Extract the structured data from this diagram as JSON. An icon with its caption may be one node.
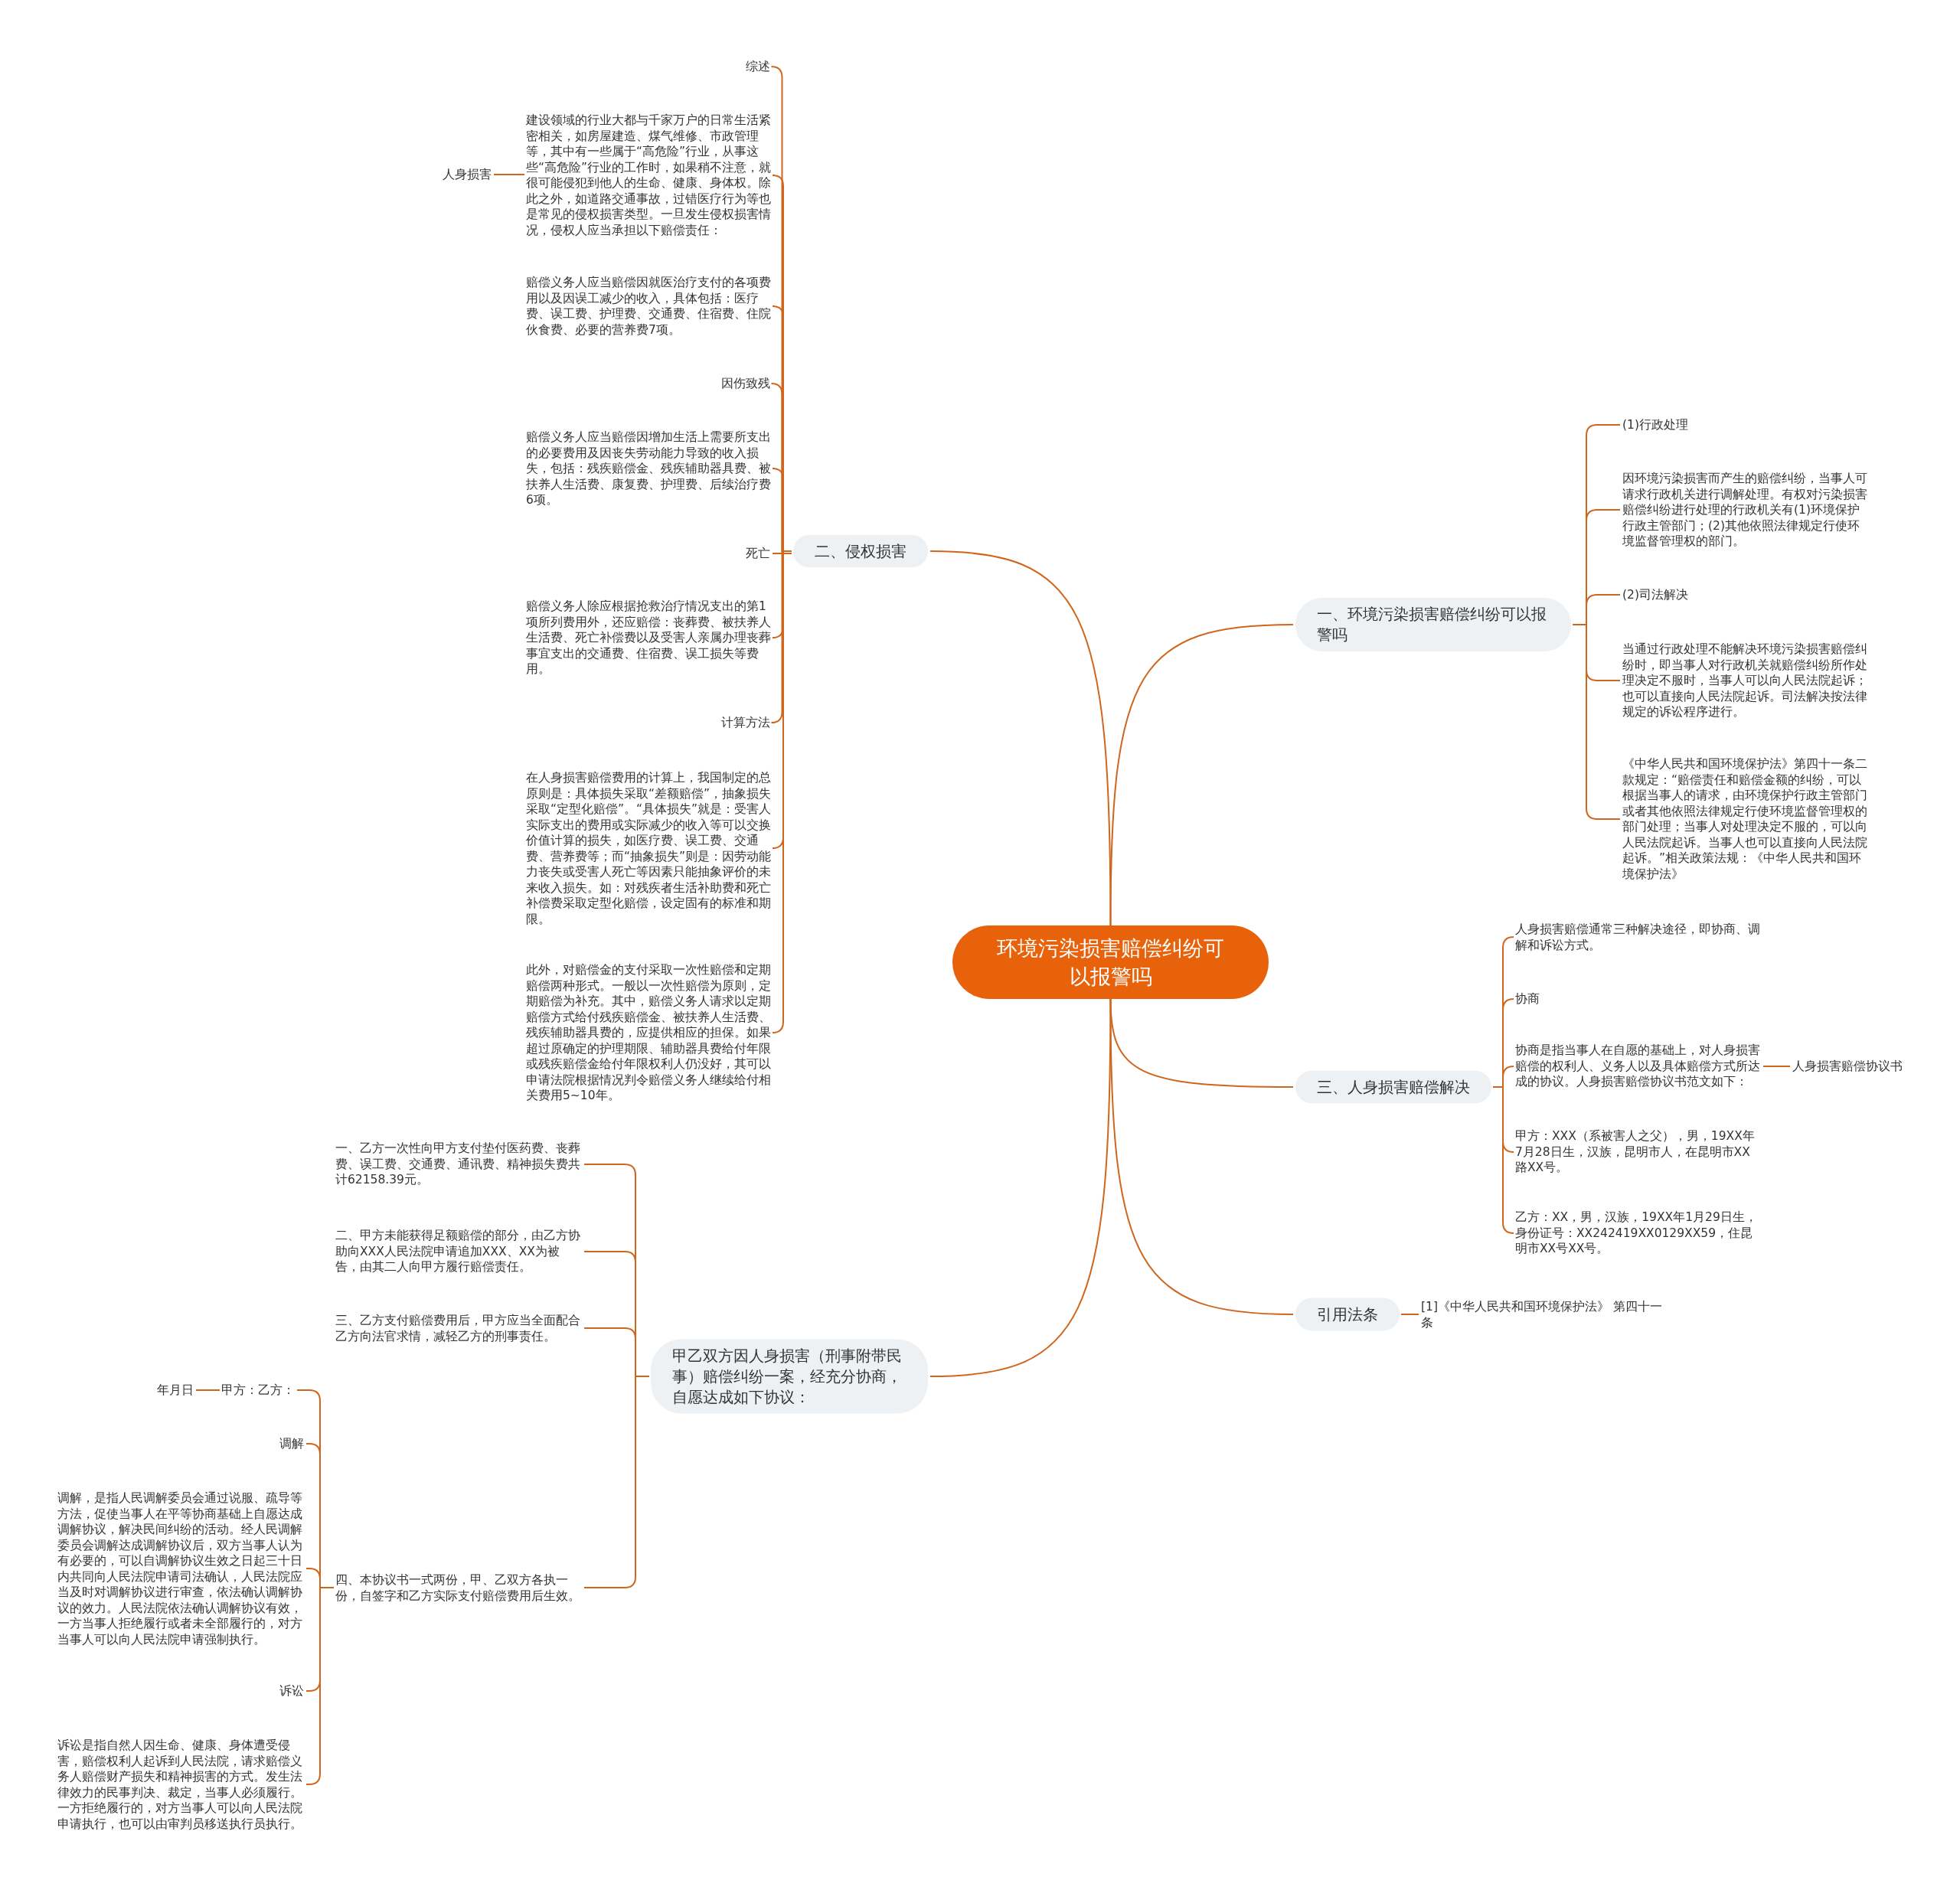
{
  "diagram": {
    "nodes": [
      {
        "text": [
          "环境污染损害赔偿纠纷可以报警吗"
        ]
      },
      {
        "text": [
          "二、侵权损害"
        ]
      },
      {
        "text": [
          "综述"
        ]
      },
      {
        "text": [
          "建设领域的行业大都与千家万户的日常生活紧密相关，如房屋建造、煤气维修、市政管理等，其中有一些属于“高危险”行业，从事这些“高危险”行业的工作时，如果稍不注意，就很可能侵犯到他人的生命、健康、身体权。除此之外，如道路交通事故，过错医疗行为等也是常见的侵权损害类型。一旦发生侵权损害情况，侵权人应当承担以下赔偿责任："
        ]
      },
      {
        "text": [
          "人身损害"
        ]
      },
      {
        "text": [
          "赔偿义务人应当赔偿因就医治疗支付的各项费用以及因误工减少的收入，具体包括：医疗费、误工费、护理费、交通费、住宿费、住院伙食费、必要的营养费7项。"
        ]
      },
      {
        "text": [
          "因伤致残"
        ]
      },
      {
        "text": [
          "赔偿义务人应当赔偿因增加生活上需要所支出的必要费用及因丧失劳动能力导致的收入损失，包括：残疾赔偿金、残疾辅助器具费、被扶养人生活费、康复费、护理费、后续治疗费6项。"
        ]
      },
      {
        "text": [
          "死亡"
        ]
      },
      {
        "text": [
          "赔偿义务人除应根据抢救治疗情况支出的第1项所列费用外，还应赔偿：丧葬费、被扶养人生活费、死亡补偿费以及受害人亲属办理丧葬事宜支出的交通费、住宿费、误工损失等费用。"
        ]
      },
      {
        "text": [
          "计算方法"
        ]
      },
      {
        "text": [
          "在人身损害赔偿费用的计算上，我国制定的总原则是：具体损失采取“差额赔偿”，抽象损失采取“定型化赔偿”。“具体损失”就是：受害人实际支出的费用或实际减少的收入等可以交换价值计算的损失，如医疗费、误工费、交通费、营养费等；而“抽象损失”则是：因劳动能力丧失或受害人死亡等因素只能抽象评价的未来收入损失。如：对残疾者生活补助费和死亡补偿费采取定型化赔偿，设定固有的标准和期限。"
        ]
      },
      {
        "text": [
          "此外，对赔偿金的支付采取一次性赔偿和定期赔偿两种形式。一般以一次性赔偿为原则，定期赔偿为补充。其中，赔偿义务人请求以定期赔偿方式给付残疾赔偿金、被扶养人生活费、残疾辅助器具费的，应提供相应的担保。如果超过原确定的护理期限、辅助器具费给付年限或残疾赔偿金给付年限权利人仍没好，其可以申请法院根据情况判令赔偿义务人继续给付相关费用5~10年。"
        ]
      },
      {
        "text": [
          "一、环境污染损害赔偿纠纷可以报警吗"
        ]
      },
      {
        "text": [
          "(1)行政处理"
        ]
      },
      {
        "text": [
          "因环境污染损害而产生的赔偿纠纷，当事人可请求行政机关进行调解处理。有权对污染损害赔偿纠纷进行处理的行政机关有(1)环境保护行政主管部门；(2)其他依照法律规定行使环境监督管理权的部门。"
        ]
      },
      {
        "text": [
          "(2)司法解决"
        ]
      },
      {
        "text": [
          "当通过行政处理不能解决环境污染损害赔偿纠纷时，即当事人对行政机关就赔偿纠纷所作处理决定不服时，当事人可以向人民法院起诉；也可以直接向人民法院起诉。司法解决按法律规定的诉讼程序进行。"
        ]
      },
      {
        "text": [
          "《中华人民共和国环境保护法》第四十一条二款规定：“赔偿责任和赔偿金额的纠纷，可以根据当事人的请求，由环境保护行政主管部门或者其他依照法律规定行使环境监督管理权的部门处理；当事人对处理决定不服的，可以向人民法院起诉。当事人也可以直接向人民法院起诉。”相关政策法规：《中华人民共和国环境保护法》"
        ]
      },
      {
        "text": [
          "三、人身损害赔偿解决"
        ]
      },
      {
        "text": [
          "人身损害赔偿通常三种解决途径，即协商、调解和诉讼方式。"
        ]
      },
      {
        "text": [
          "协商"
        ]
      },
      {
        "text": [
          "协商是指当事人在自愿的基础上，对人身损害赔偿的权利人、义务人以及具体赔偿方式所达成的协议。人身损害赔偿协议书范文如下："
        ]
      },
      {
        "text": [
          "人身损害赔偿协议书"
        ]
      },
      {
        "text": [
          "甲方：XXX（系被害人之父），男，19XX年7月28日生，汉族，昆明市人，在昆明市XX路XX号。"
        ]
      },
      {
        "text": [
          "乙方：XX，男，汉族，19XX年1月29日生，身份证号：XX242419XX0129XX59，住昆明市XX号XX号。"
        ]
      },
      {
        "text": [
          "引用法条"
        ]
      },
      {
        "text": [
          "[1]《中华人民共和国环境保护法》 第四十一条"
        ]
      },
      {
        "text": [
          "甲乙双方因人身损害（刑事附带民事）赔偿纠纷一案，经充分协商，自愿达成如下协议："
        ]
      },
      {
        "text": [
          "一、乙方一次性向甲方支付垫付医药费、丧葬费、误工费、交通费、通讯费、精神损失费共计62158.39元。"
        ]
      },
      {
        "text": [
          "二、甲方未能获得足额赔偿的部分，由乙方协助向XXX人民法院申请追加XXX、XX为被告，由其二人向甲方履行赔偿责任。"
        ]
      },
      {
        "text": [
          "三、乙方支付赔偿费用后，甲方应当全面配合乙方向法官求情，减轻乙方的刑事责任。"
        ]
      },
      {
        "text": [
          "四、本协议书一式两份，甲、乙双方各执一份，自签字和乙方实际支付赔偿费用后生效。"
        ]
      },
      {
        "text": [
          "甲方：乙方："
        ]
      },
      {
        "text": [
          "年月日"
        ]
      },
      {
        "text": [
          "调解"
        ]
      },
      {
        "text": [
          "调解，是指人民调解委员会通过说服、疏导等方法，促使当事人在平等协商基础上自愿达成调解协议，解决民间纠纷的活动。经人民调解委员会调解达成调解协议后，双方当事人认为有必要的，可以自调解协议生效之日起三十日内共同向人民法院申请司法确认，人民法院应当及时对调解协议进行审查，依法确认调解协议的效力。人民法院依法确认调解协议有效，一方当事人拒绝履行或者未全部履行的，对方当事人可以向人民法院申请强制执行。"
        ]
      },
      {
        "text": [
          "诉讼"
        ]
      },
      {
        "text": [
          "诉讼是指自然人因生命、健康、身体遭受侵害，赔偿权利人起诉到人民法院，请求赔偿义务人赔偿财产损失和精神损害的方式。发生法律效力的民事判决、裁定，当事人必须履行。一方拒绝履行的，对方当事人可以向人民法院申请执行，也可以由审判员移送执行员执行。"
        ]
      }
    ],
    "edges": [
      {
        "from": 0,
        "to": 1,
        "arrow": "none"
      },
      {
        "from": 1,
        "to": 2,
        "arrow": "none"
      },
      {
        "from": 1,
        "to": 3,
        "arrow": "none"
      },
      {
        "from": 3,
        "to": 4,
        "arrow": "none"
      },
      {
        "from": 1,
        "to": 5,
        "arrow": "none"
      },
      {
        "from": 1,
        "to": 6,
        "arrow": "none"
      },
      {
        "from": 1,
        "to": 7,
        "arrow": "none"
      },
      {
        "from": 1,
        "to": 8,
        "arrow": "none"
      },
      {
        "from": 1,
        "to": 9,
        "arrow": "none"
      },
      {
        "from": 1,
        "to": 10,
        "arrow": "none"
      },
      {
        "from": 1,
        "to": 11,
        "arrow": "none"
      },
      {
        "from": 1,
        "to": 12,
        "arrow": "none"
      },
      {
        "from": 0,
        "to": 13,
        "arrow": "none"
      },
      {
        "from": 13,
        "to": 14,
        "arrow": "none"
      },
      {
        "from": 13,
        "to": 15,
        "arrow": "none"
      },
      {
        "from": 13,
        "to": 16,
        "arrow": "none"
      },
      {
        "from": 13,
        "to": 17,
        "arrow": "none"
      },
      {
        "from": 13,
        "to": 18,
        "arrow": "none"
      },
      {
        "from": 0,
        "to": 19,
        "arrow": "none"
      },
      {
        "from": 19,
        "to": 20,
        "arrow": "none"
      },
      {
        "from": 19,
        "to": 21,
        "arrow": "none"
      },
      {
        "from": 19,
        "to": 22,
        "arrow": "none"
      },
      {
        "from": 22,
        "to": 23,
        "arrow": "none"
      },
      {
        "from": 19,
        "to": 24,
        "arrow": "none"
      },
      {
        "from": 19,
        "to": 25,
        "arrow": "none"
      },
      {
        "from": 0,
        "to": 26,
        "arrow": "none"
      },
      {
        "from": 26,
        "to": 27,
        "arrow": "none"
      },
      {
        "from": 0,
        "to": 28,
        "arrow": "none"
      },
      {
        "from": 28,
        "to": 29,
        "arrow": "none"
      },
      {
        "from": 28,
        "to": 30,
        "arrow": "none"
      },
      {
        "from": 28,
        "to": 31,
        "arrow": "none"
      },
      {
        "from": 28,
        "to": 32,
        "arrow": "none"
      },
      {
        "from": 32,
        "to": 33,
        "arrow": "none"
      },
      {
        "from": 33,
        "to": 34,
        "arrow": "none"
      },
      {
        "from": 32,
        "to": 35,
        "arrow": "none"
      },
      {
        "from": 32,
        "to": 36,
        "arrow": "none"
      },
      {
        "from": 32,
        "to": 37,
        "arrow": "none"
      },
      {
        "from": 32,
        "to": 38,
        "arrow": "none"
      }
    ]
  }
}
